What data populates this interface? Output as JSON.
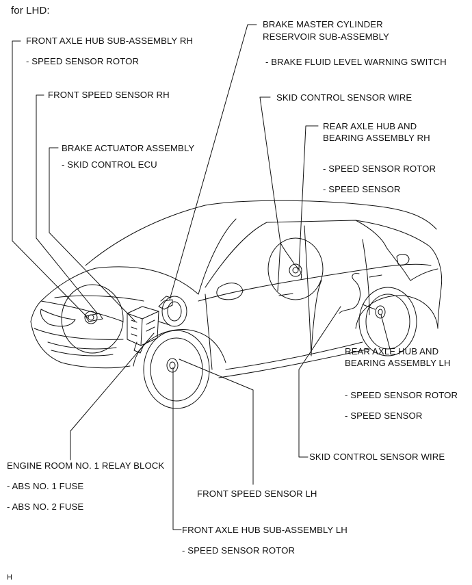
{
  "header": "for LHD:",
  "callouts": {
    "brake_master_cylinder_1": "BRAKE MASTER CYLINDER",
    "brake_master_cylinder_2": "RESERVOIR SUB-ASSEMBLY",
    "brake_fluid_switch": "- BRAKE FLUID LEVEL WARNING SWITCH",
    "front_axle_hub_rh": "FRONT AXLE HUB SUB-ASSEMBLY RH",
    "front_axle_hub_rh_sub": "- SPEED SENSOR ROTOR",
    "front_speed_sensor_rh": "FRONT SPEED SENSOR RH",
    "skid_wire_top": "SKID CONTROL SENSOR WIRE",
    "rear_axle_hub_rh_1": "REAR AXLE HUB AND",
    "rear_axle_hub_rh_2": "BEARING ASSEMBLY RH",
    "rear_axle_hub_rh_sub1": "- SPEED SENSOR ROTOR",
    "rear_axle_hub_rh_sub2": "- SPEED SENSOR",
    "brake_actuator": "BRAKE ACTUATOR ASSEMBLY",
    "brake_actuator_sub": "- SKID CONTROL ECU",
    "rear_axle_hub_lh_1": "REAR AXLE HUB AND",
    "rear_axle_hub_lh_2": "BEARING ASSEMBLY LH",
    "rear_axle_hub_lh_sub1": "- SPEED SENSOR ROTOR",
    "rear_axle_hub_lh_sub2": "- SPEED SENSOR",
    "skid_wire_bottom": "SKID CONTROL SENSOR WIRE",
    "engine_room_relay": "ENGINE ROOM NO. 1 RELAY BLOCK",
    "abs_fuse_1": "- ABS NO. 1 FUSE",
    "abs_fuse_2": "- ABS NO. 2 FUSE",
    "front_speed_sensor_lh": "FRONT SPEED SENSOR LH",
    "front_axle_hub_lh": "FRONT AXLE HUB SUB-ASSEMBLY LH",
    "front_axle_hub_lh_sub": "- SPEED SENSOR ROTOR"
  },
  "footer_code": "H",
  "colors": {
    "line": "#111111",
    "background": "#ffffff"
  }
}
